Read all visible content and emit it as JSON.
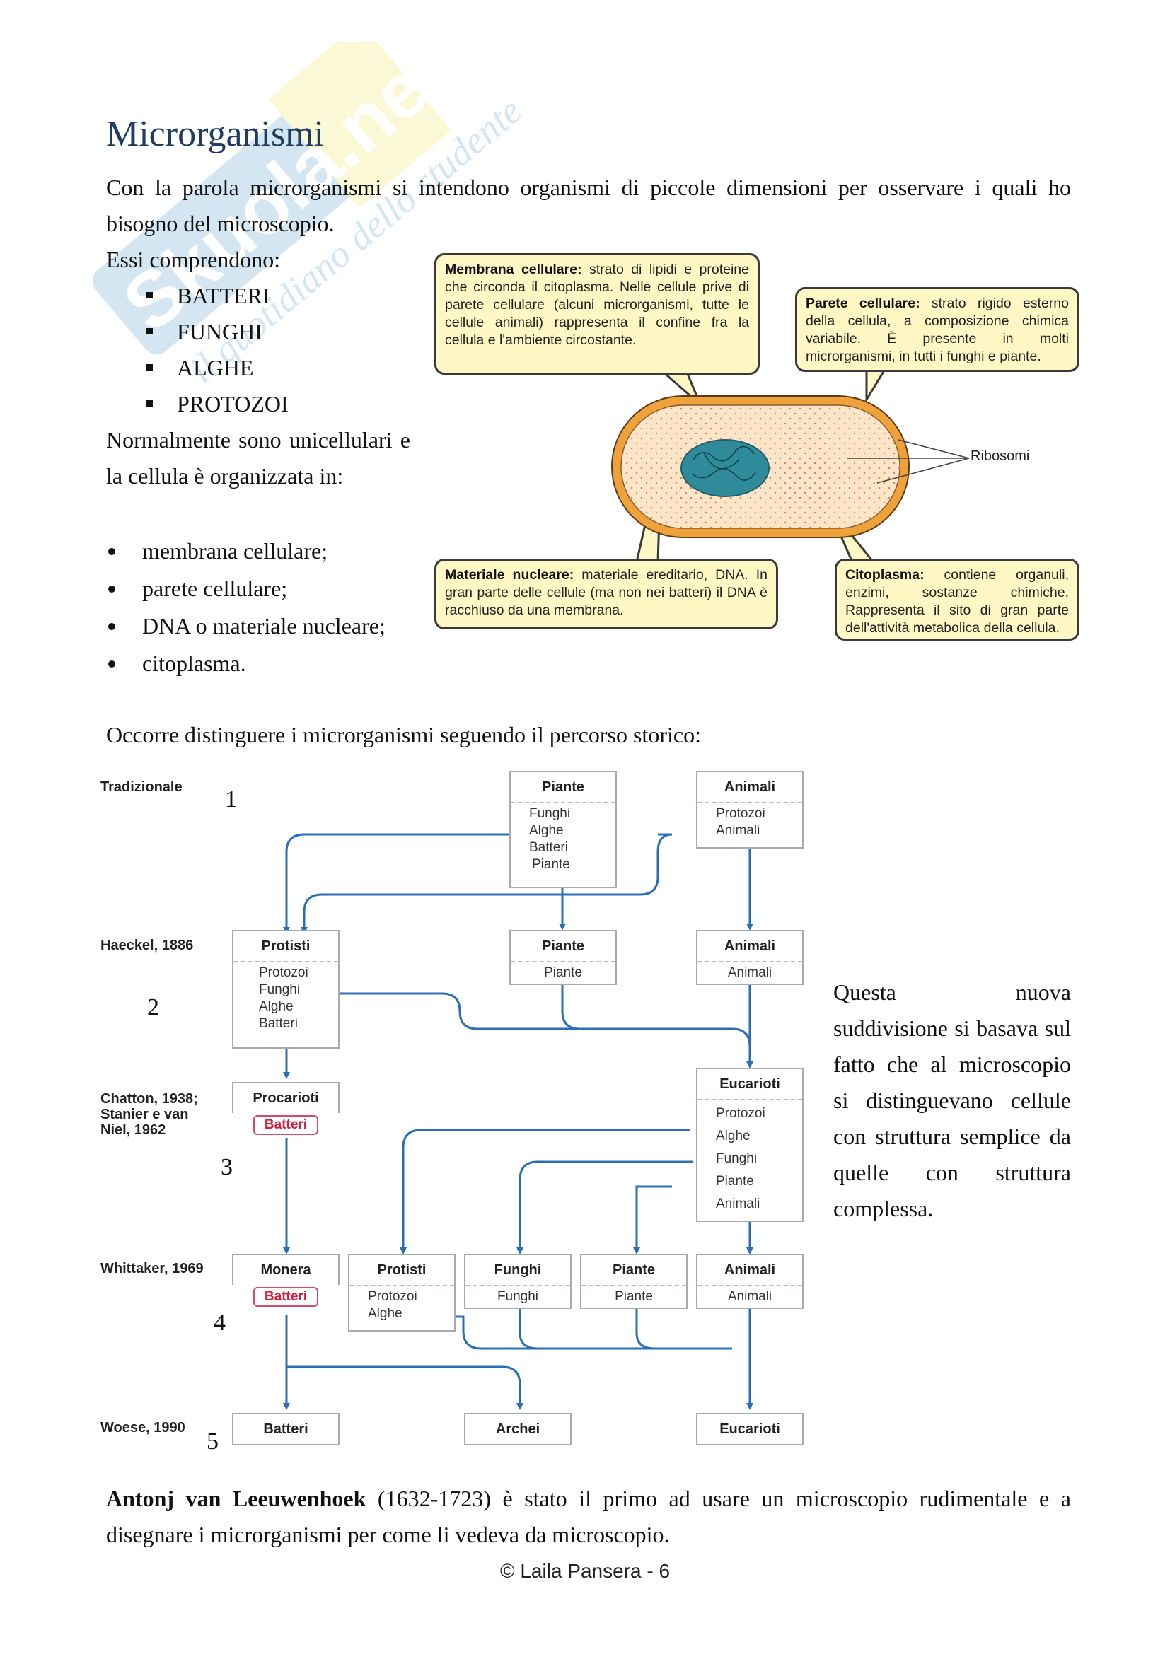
{
  "page": {
    "title": "Microrganismi",
    "intro": "Con la parola microrganismi si intendono organismi di piccole dimensioni per osservare i quali ho bisogno del microscopio.",
    "essi_label": "Essi comprendono:",
    "groups": [
      "BATTERI",
      "FUNGHI",
      "ALGHE",
      "PROTOZOI"
    ],
    "normalmente": "Normalmente sono unicellulari e la cellula è organizzata in:",
    "cell_parts": [
      "membrana cellulare;",
      "parete cellulare;",
      "DNA o materiale nucleare;",
      "citoplasma."
    ],
    "occorre": "Occorre distinguere i microrganismi seguendo il percorso storico:",
    "questa": "Questa nuova suddivisione si basava sul fatto che al microscopio si distinguevano cellule con struttura semplice da quelle con struttura complessa.",
    "leeuwenhoek_name": "Antonj van Leeuwenhoek",
    "leeuwenhoek_text": " (1632-1723) è stato il primo ad usare un microscopio rudimentale e a disegnare i microrganismi per come li vedeva da microscopio.",
    "footer": "© Laila Pansera - 6"
  },
  "watermark": {
    "brand": "Skuola.net",
    "tagline": "il quotidiano dello studente",
    "colors": [
      "#3f8fc8",
      "#f0e14a"
    ]
  },
  "cell_diagram": {
    "membrana_title": "Membrana cellulare:",
    "membrana_text": " strato di lipidi e proteine che circonda il citoplasma. Nelle cellule prive di parete cellulare (alcuni microrganismi, tutte le cellule animali) rappresenta il confine fra la cellula e l'ambiente circostante.",
    "parete_title": "Parete cellulare:",
    "parete_text": " strato rigido esterno della cellula, a composizione chimica variabile. È presente in molti microrganismi, in tutti i funghi e piante.",
    "ribosomi": "Ribosomi",
    "nucleare_title": "Materiale nucleare:",
    "nucleare_text": " materiale ereditario, DNA. In gran parte delle cellule (ma non nei batteri) il DNA è racchiuso da una membrana.",
    "citoplasma_title": "Citoplasma:",
    "citoplasma_text": " contiene organuli, enzimi, sostanze chimiche. Rappresenta il sito di gran parte dell'attività metabolica della cellula.",
    "colors": {
      "callout_fill": "#fff7c4",
      "wall": "#f0a23a",
      "cytoplasm": "#fde6c8",
      "nucleus": "#2f8b9a"
    }
  },
  "tree": {
    "row_labels": [
      "Tradizionale",
      "Haeckel, 1886",
      "Chatton, 1938; Stanier e van Niel, 1962",
      "Whittaker, 1969",
      "Woese, 1990"
    ],
    "step_numbers": [
      "1",
      "2",
      "3",
      "4",
      "5"
    ],
    "trad_piante": {
      "title": "Piante",
      "items": [
        "Funghi",
        "Alghe",
        "Batteri",
        "Piante"
      ]
    },
    "trad_animali": {
      "title": "Animali",
      "items": [
        "Protozoi",
        "Animali"
      ]
    },
    "h_protisti": {
      "title": "Protisti",
      "items": [
        "Protozoi",
        "Funghi",
        "Alghe",
        "Batteri"
      ]
    },
    "h_piante": {
      "title": "Piante",
      "items": [
        "Piante"
      ]
    },
    "h_animali": {
      "title": "Animali",
      "items": [
        "Animali"
      ]
    },
    "c_procarioti": {
      "title": "Procarioti",
      "tag": "Batteri"
    },
    "c_eucarioti": {
      "title": "Eucarioti",
      "items": [
        "Protozoi",
        "Alghe",
        "Funghi",
        "Piante",
        "Animali"
      ]
    },
    "w_monera": {
      "title": "Monera",
      "tag": "Batteri"
    },
    "w_protisti": {
      "title": "Protisti",
      "items": [
        "Protozoi",
        "Alghe"
      ]
    },
    "w_funghi": {
      "title": "Funghi",
      "items": [
        "Funghi"
      ]
    },
    "w_piante": {
      "title": "Piante",
      "items": [
        "Piante"
      ]
    },
    "w_animali": {
      "title": "Animali",
      "items": [
        "Animali"
      ]
    },
    "wo_batteri": {
      "title": "Batteri"
    },
    "wo_archei": {
      "title": "Archei"
    },
    "wo_eucarioti": {
      "title": "Eucarioti"
    },
    "colors": {
      "arrow": "#2a6fb5",
      "tag": "#d81e3c",
      "divider": "#d6a8c4"
    }
  }
}
